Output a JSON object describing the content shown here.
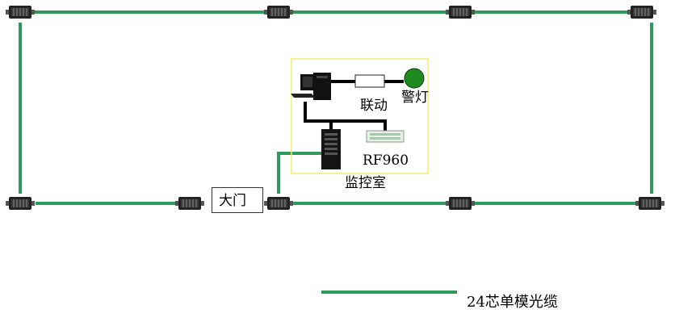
{
  "diagram": {
    "control_room_label": "监控室",
    "linkage_label": "联动",
    "alarm_light_label": "警灯",
    "device_label": "RF960",
    "gate_label": "大门",
    "legend": {
      "cable_label": "24芯单模光缆"
    }
  },
  "colors": {
    "cable": "#2e9a5c",
    "alarm_light": "#1f8a1f",
    "room_border": "#f2ee6a",
    "device": "#111111"
  },
  "icons": {
    "sensor": "fiber-sensor-icon",
    "computer": "computer-icon",
    "server": "server-tower-icon",
    "rack_device": "rack-device-icon",
    "alarm": "alarm-light-icon",
    "relay": "linkage-relay-icon"
  }
}
